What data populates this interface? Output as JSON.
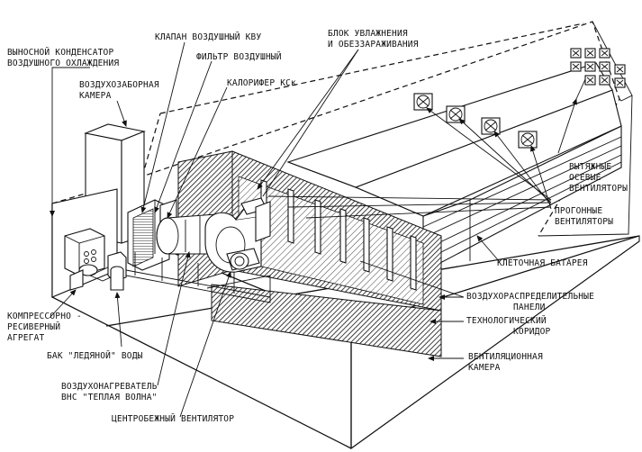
{
  "labels": {
    "condenser": [
      "ВЫНОСНОЙ КОНДЕНСАТОР",
      "ВОЗДУШНОГО ОХЛАЖДЕНИЯ"
    ],
    "intake_chamber": [
      "ВОЗДУХОЗАБОРНАЯ",
      "КАМЕРА"
    ],
    "valve": "КЛАПАН ВОЗДУШНЫЙ КВУ",
    "filter": "ФИЛЬТР ВОЗДУШНЫЙ",
    "heater": "КАЛОРИФЕР КСк",
    "humidifier": [
      "БЛОК УВЛАЖНЕНИЯ",
      "И ОБЕЗЗАРАЖИВАНИЯ"
    ],
    "exhaust_fans": [
      "ВЫТЯЖНЫЕ",
      "ОСЕВЫЕ",
      "ВЕНТИЛЯТОРЫ"
    ],
    "circulation_fans": [
      "ПРОГОННЫЕ",
      "ВЕНТИЛЯТОРЫ"
    ],
    "cage_battery": "КЛЕТОЧНАЯ БАТАРЕЯ",
    "distribution_panels": [
      "ВОЗДУХОРАСПРЕДЕЛИТЕЛЬНЫЕ",
      "ПАНЕЛИ"
    ],
    "corridor": [
      "ТЕХНОЛОГИЧЕСКИЙ",
      "КОРИДОР"
    ],
    "vent_chamber": [
      "ВЕНТИЛЯЦИОННАЯ",
      "КАМЕРА"
    ],
    "compressor": [
      "КОМПРЕССОРНО -",
      "РЕСИВЕРНЫЙ",
      "АГРЕГАТ"
    ],
    "ice_tank": "БАК \"ЛЕДЯНОЙ\" ВОДЫ",
    "air_heater": [
      "ВОЗДУХОНАГРЕВАТЕЛЬ",
      "ВНС \"ТЕПЛАЯ ВОЛНА\""
    ],
    "centrifugal_fan": "ЦЕНТРОБЕЖНЫЙ ВЕНТИЛЯТОР"
  }
}
